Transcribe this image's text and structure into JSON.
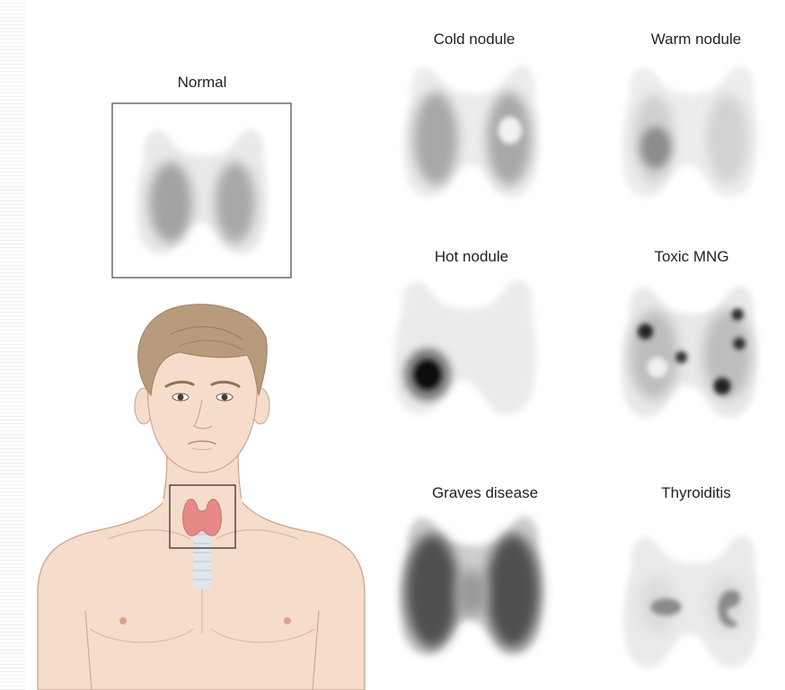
{
  "scans": [
    {
      "id": "normal",
      "label": "Normal"
    },
    {
      "id": "cold",
      "label": "Cold nodule"
    },
    {
      "id": "warm",
      "label": "Warm nodule"
    },
    {
      "id": "hot",
      "label": "Hot nodule"
    },
    {
      "id": "toxic",
      "label": "Toxic MNG"
    },
    {
      "id": "graves",
      "label": "Graves disease"
    },
    {
      "id": "thyroiditis",
      "label": "Thyroiditis"
    }
  ],
  "colors": {
    "background": "#ffffff",
    "skin": "#f6dccb",
    "skin_line": "#c9a692",
    "hair": "#b89a7c",
    "thyroid": "#e58a86",
    "trachea": "#dbe4ee",
    "frame": "#555555"
  }
}
